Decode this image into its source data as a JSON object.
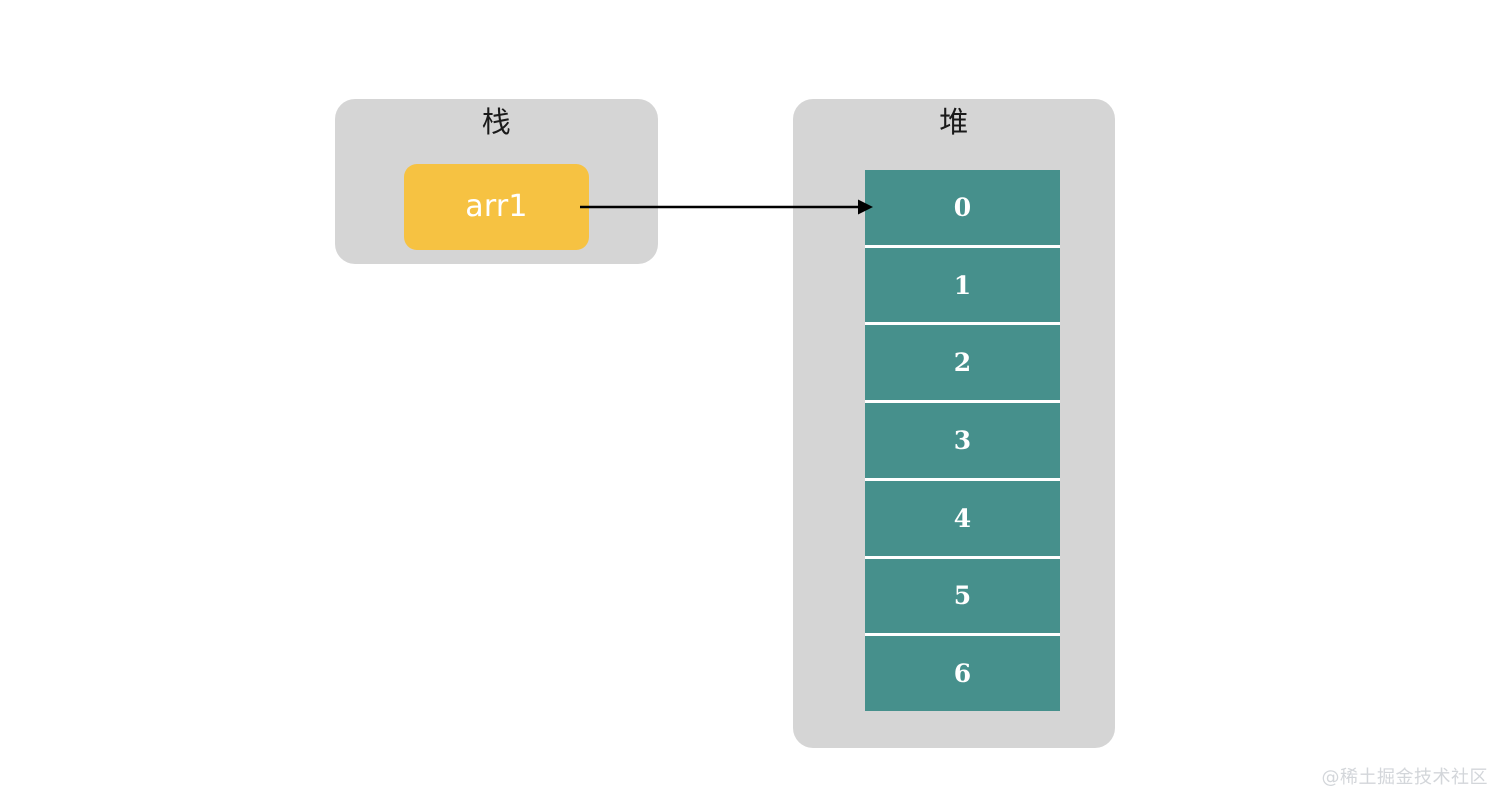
{
  "diagram": {
    "title_stack": "栈",
    "title_heap": "堆",
    "variable": {
      "label": "arr1"
    },
    "heap_cells": [
      {
        "value": "0"
      },
      {
        "value": "1"
      },
      {
        "value": "2"
      },
      {
        "value": "3"
      },
      {
        "value": "4"
      },
      {
        "value": "5"
      },
      {
        "value": "6"
      }
    ],
    "arrow": {
      "name": "reference-arrow",
      "from": "arr1",
      "to": "heap-array"
    },
    "colors": {
      "region_bg": "#d5d5d5",
      "variable_bg": "#f6c242",
      "heap_cell_bg": "#46908c",
      "cell_divider": "#ffffff",
      "arrow": "#000000",
      "page_bg": "#ffffff",
      "watermark": "#d3d6da"
    }
  },
  "watermark": {
    "text": "@稀土掘金技术社区"
  }
}
